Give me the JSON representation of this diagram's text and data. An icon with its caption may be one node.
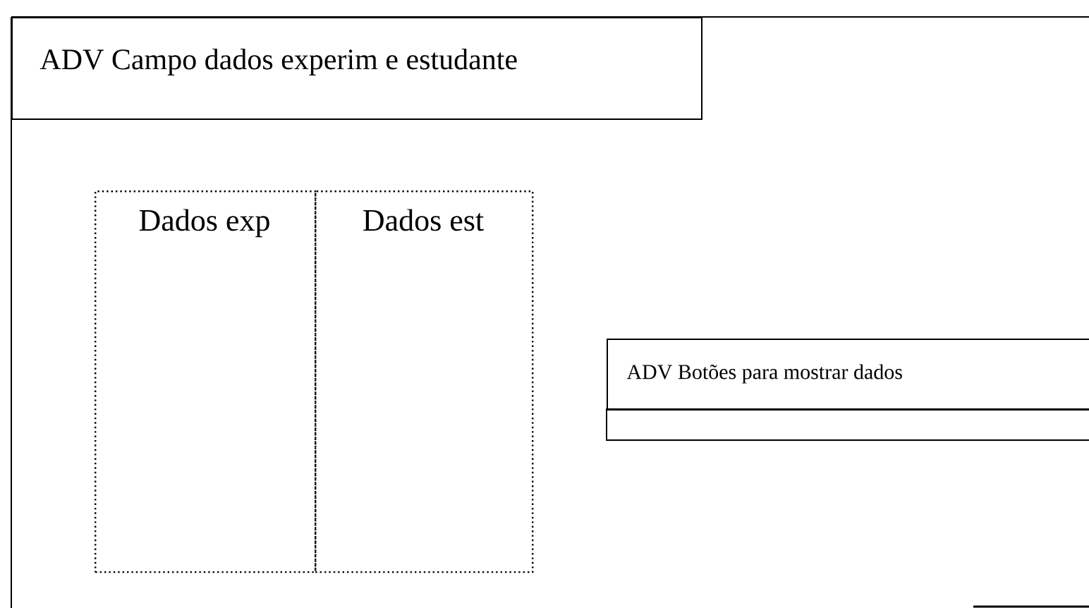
{
  "diagram": {
    "nodes": [
      {
        "text": [
          "ADV Campo dados experim e estudante"
        ]
      },
      {
        "text": [
          "Dados exp"
        ],
        "in": 0
      },
      {
        "text": [
          "Dados est"
        ],
        "in": 0
      },
      {
        "text": [
          "ADV Botões para mostrar dados"
        ],
        "in": 0
      }
    ]
  }
}
